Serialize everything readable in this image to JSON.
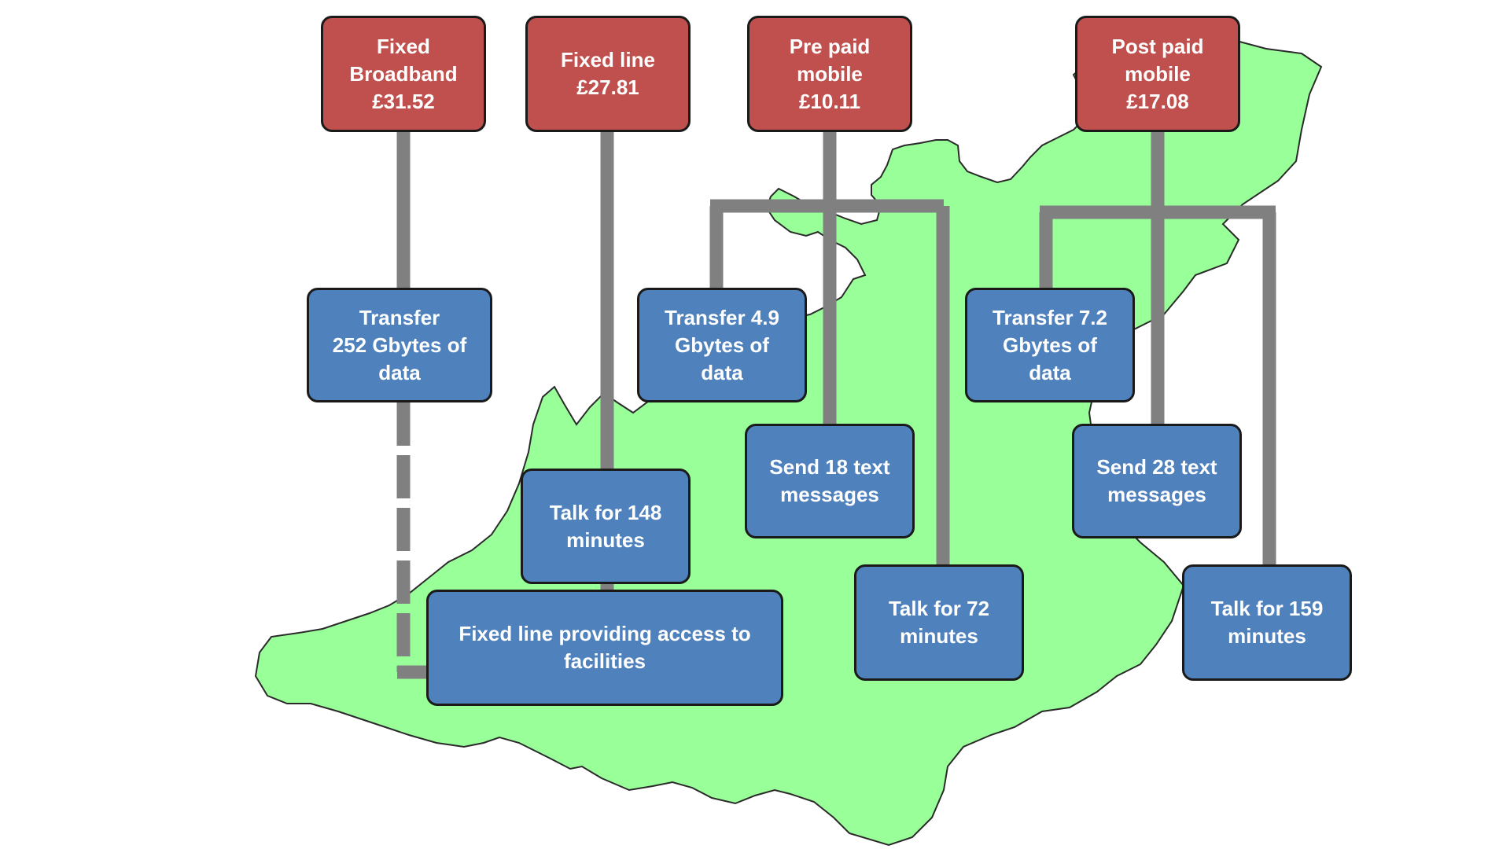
{
  "colors": {
    "map": "#99ff99",
    "connector": "#808080",
    "cost_box": "#c0504d",
    "item_box": "#4f81bd"
  },
  "costs": {
    "fixed_broadband": "Fixed\nBroadband\n£31.52",
    "fixed_line": "Fixed line\n£27.81",
    "prepaid_mobile": "Pre paid\nmobile\n£10.11",
    "postpaid_mobile": "Post paid\nmobile\n£17.08"
  },
  "items": {
    "broadband_data": "Transfer\n252 Gbytes of\ndata",
    "fixed_talk": "Talk for 148\nminutes",
    "fixed_access": "Fixed line providing access to\nfacilities",
    "prepaid_data": "Transfer 4.9\nGbytes of\ndata",
    "prepaid_text": "Send 18 text\nmessages",
    "prepaid_talk": "Talk for 72\nminutes",
    "postpaid_data": "Transfer 7.2\nGbytes of\ndata",
    "postpaid_text": "Send 28 text\nmessages",
    "postpaid_talk": "Talk for 159\nminutes"
  }
}
